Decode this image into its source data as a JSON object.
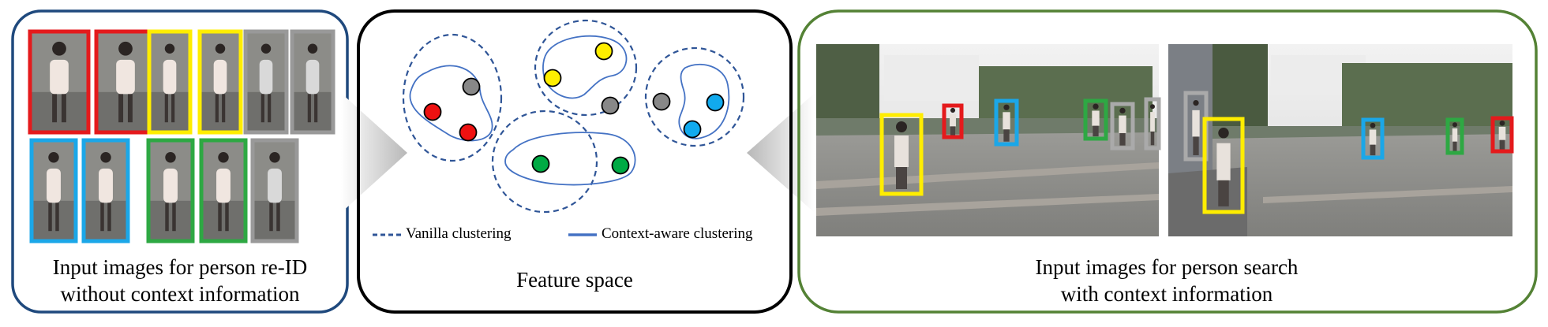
{
  "left_panel": {
    "caption_line1": "Input images for person re-ID",
    "caption_line2": "without context information",
    "border_color": "#1f497d",
    "crops_top": [
      "#e41a1c",
      "#e41a1c",
      "#ffed00",
      "#ffed00",
      "#999999",
      "#999999"
    ],
    "crops_bottom": [
      "#1ba7e8",
      "#1ba7e8",
      "#2ea843",
      "#2ea843",
      "#999999"
    ]
  },
  "center_panel": {
    "caption": "Feature space",
    "border_color": "#000000",
    "legend": {
      "vanilla": "Vanilla clustering",
      "context": "Context-aware clustering"
    },
    "dot_colors": {
      "red": "#ee1111",
      "gray": "#888888",
      "yellow": "#ffee00",
      "green": "#00aa44",
      "blue": "#11aaee"
    }
  },
  "right_panel": {
    "caption_line1": "Input images for person search",
    "caption_line2": "with context information",
    "border_color": "#548235"
  }
}
